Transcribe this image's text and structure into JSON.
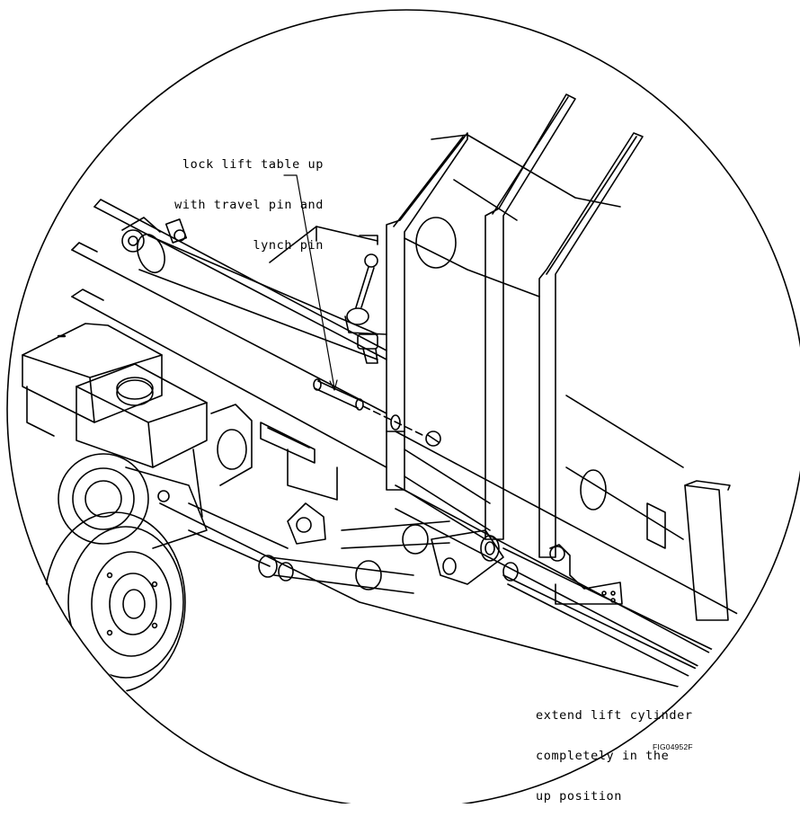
{
  "figure_id": "FIG04952F",
  "callouts": {
    "travel_pin": {
      "lines": [
        "lock lift table up",
        "with travel pin and",
        "lynch pin"
      ]
    },
    "lift_cylinder": {
      "lines": [
        "extend lift cylinder",
        "completely in the",
        "up position"
      ]
    }
  },
  "colors": {
    "ink": "#000000",
    "paper": "#ffffff"
  }
}
